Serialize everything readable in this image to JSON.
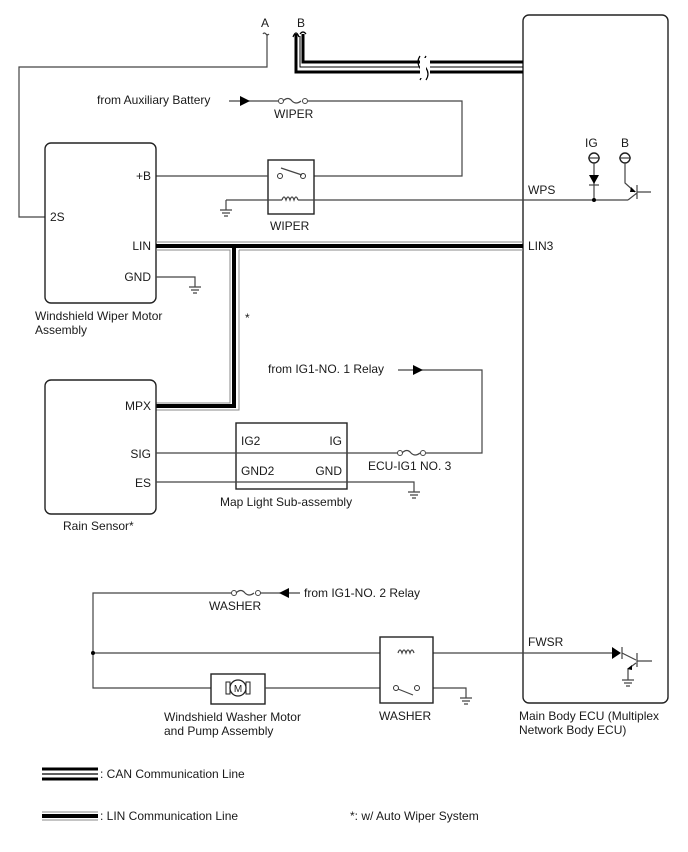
{
  "connectors": {
    "a": "A",
    "b": "B"
  },
  "components": {
    "wiper_motor": {
      "name_line1": "Windshield Wiper Motor",
      "name_line2": "Assembly",
      "pins": {
        "plus_b": "+B",
        "s2": "2S",
        "lin": "LIN",
        "gnd": "GND"
      }
    },
    "rain_sensor": {
      "name": "Rain Sensor*",
      "pins": {
        "mpx": "MPX",
        "sig": "SIG",
        "es": "ES"
      }
    },
    "map_light": {
      "name": "Map Light Sub-assembly",
      "pins": {
        "ig2": "IG2",
        "ig": "IG",
        "gnd2": "GND2",
        "gnd": "GND"
      }
    },
    "ecu": {
      "name_line1": "Main Body ECU (Multiplex",
      "name_line2": "Network Body ECU)",
      "pins": {
        "wps": "WPS",
        "lin3": "LIN3",
        "fwsr": "FWSR",
        "ig": "IG",
        "b": "B"
      }
    },
    "washer_motor": {
      "name_line1": "Windshield Washer Motor",
      "name_line2": "and Pump Assembly",
      "symbol": "M"
    }
  },
  "sources": {
    "aux_battery": "from Auxiliary Battery",
    "ig1_no1": "from IG1-NO. 1 Relay",
    "ig1_no2": "from IG1-NO. 2 Relay"
  },
  "fuses": {
    "wiper": "WIPER",
    "ecu_ig1": "ECU-IG1 NO. 3",
    "washer": "WASHER"
  },
  "relays": {
    "wiper": "WIPER",
    "washer": "WASHER"
  },
  "annotations": {
    "asterisk": "*"
  },
  "legend": {
    "can": ": CAN Communication Line",
    "lin": ": LIN Communication Line",
    "note": "*: w/ Auto Wiper System"
  }
}
